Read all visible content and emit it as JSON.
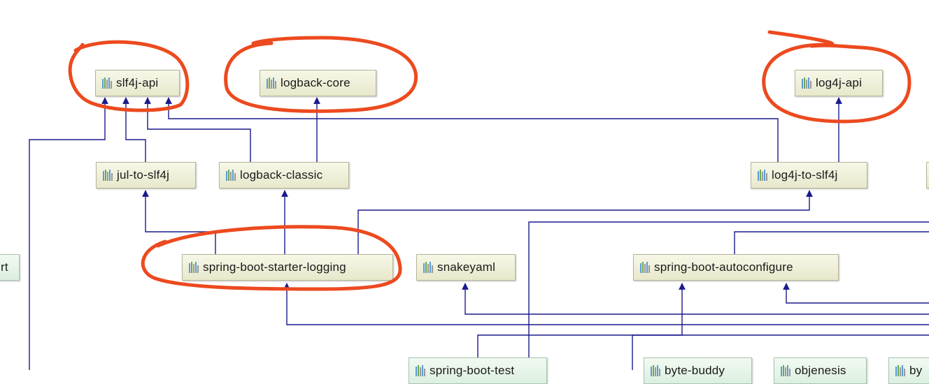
{
  "nodes": {
    "slf4j_api": "slf4j-api",
    "logback_core": "logback-core",
    "log4j_api": "log4j-api",
    "jul_to_slf4j": "jul-to-slf4j",
    "logback_classic": "logback-classic",
    "log4j_to_slf4j": "log4j-to-slf4j",
    "spring_boot_starter_logging": "spring-boot-starter-logging",
    "snakeyaml": "snakeyaml",
    "spring_boot_autoconfigure": "spring-boot-autoconfigure",
    "left_partial": "rt",
    "spring_boot_test": "spring-boot-test",
    "byte_buddy": "byte-buddy",
    "objenesis": "objenesis",
    "bottom_right_partial": "by"
  },
  "colors": {
    "edge": "#1a1a8c",
    "annotation": "#ec4a1f",
    "node_fill": "#efefd8",
    "node_green_fill": "#e6f4e8"
  },
  "icon": "library-icon"
}
